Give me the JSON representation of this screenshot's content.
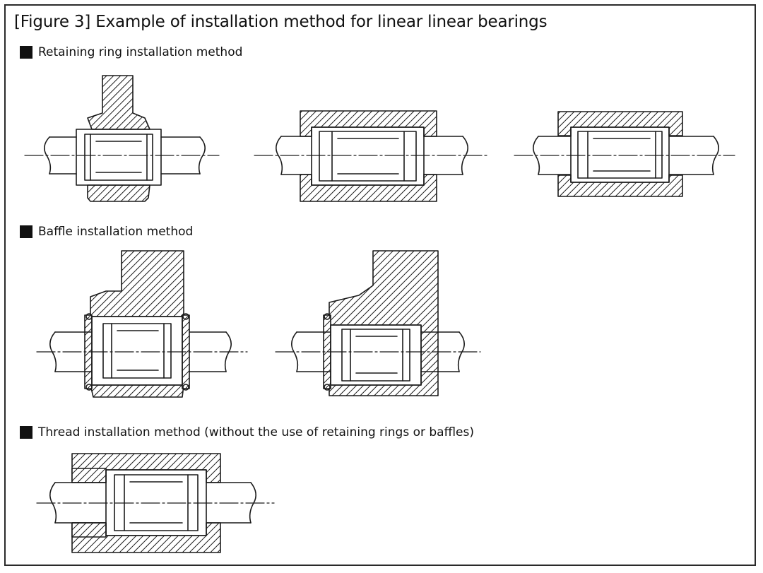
{
  "figure": {
    "title": "[Figure 3] Example of installation method for linear linear bearings"
  },
  "sections": [
    {
      "label": "Retaining ring installation method"
    },
    {
      "label": "Baffle installation method"
    },
    {
      "label": "Thread installation method (without the use of retaining rings or baffles)"
    }
  ],
  "colors": {
    "ink": "#1a1a1a",
    "frame": "#2a2a2a",
    "paper": "#ffffff"
  }
}
